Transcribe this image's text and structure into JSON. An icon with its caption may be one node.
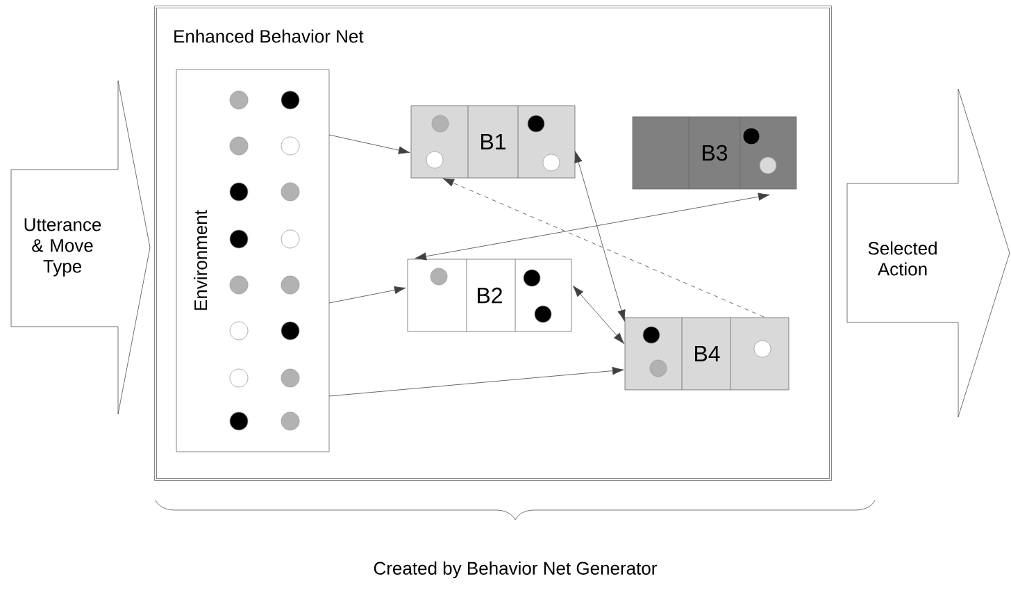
{
  "diagram": {
    "nodes": [
      {
        "text": [
          "Utterance & Move Type"
        ]
      },
      {
        "text": [
          "Enhanced Behavior Net"
        ]
      },
      {
        "text": [
          "Environment"
        ],
        "in": 1
      },
      {
        "text": [
          "B1"
        ],
        "in": 1
      },
      {
        "text": [
          "B3"
        ],
        "in": 1
      },
      {
        "text": [
          "B2"
        ],
        "in": 1
      },
      {
        "text": [
          "B4"
        ],
        "in": 1
      },
      {
        "text": [
          "Selected Action"
        ]
      }
    ],
    "edges": [
      {
        "from": 2,
        "to": 3,
        "arrow": "to"
      },
      {
        "from": 2,
        "to": 5,
        "arrow": "to"
      },
      {
        "from": 2,
        "to": 6,
        "arrow": "to"
      },
      {
        "from": 4,
        "to": 5,
        "arrow": "both"
      },
      {
        "from": 6,
        "to": 3,
        "arrow": "to",
        "style": "dashed"
      },
      {
        "from": 3,
        "to": 6,
        "arrow": "both"
      },
      {
        "from": 5,
        "to": 6,
        "arrow": "both"
      }
    ],
    "labels": [
      "Created by Behavior Net Generator"
    ]
  }
}
